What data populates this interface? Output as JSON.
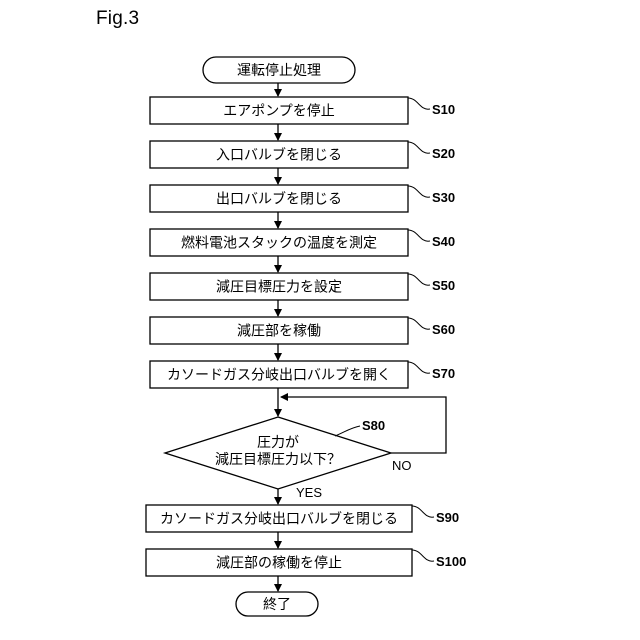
{
  "figure_label": "Fig.3",
  "start": "運転停止処理",
  "end": "終了",
  "steps": [
    {
      "text": "エアポンプを停止",
      "id": "S10"
    },
    {
      "text": "入口バルブを閉じる",
      "id": "S20"
    },
    {
      "text": "出口バルブを閉じる",
      "id": "S30"
    },
    {
      "text": "燃料電池スタックの温度を測定",
      "id": "S40"
    },
    {
      "text": "減圧目標圧力を設定",
      "id": "S50"
    },
    {
      "text": "減圧部を稼働",
      "id": "S60"
    },
    {
      "text": "カソードガス分岐出口バルブを開く",
      "id": "S70"
    }
  ],
  "decision": {
    "line1": "圧力が",
    "line2": "減圧目標圧力以下？",
    "id": "S80",
    "yes": "YES",
    "no": "NO"
  },
  "steps_after": [
    {
      "text": "カソードガス分岐出口バルブを閉じる",
      "id": "S90"
    },
    {
      "text": "減圧部の稼働を停止",
      "id": "S100"
    }
  ]
}
